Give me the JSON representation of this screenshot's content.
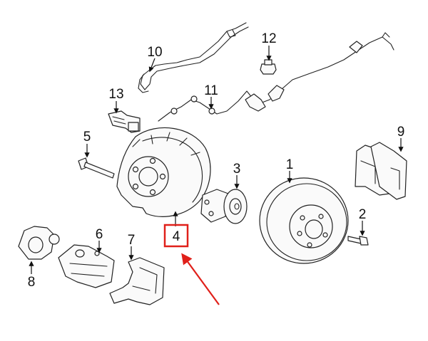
{
  "callouts": [
    {
      "id": "1",
      "label": "1",
      "part": "brake-rotor"
    },
    {
      "id": "2",
      "label": "2",
      "part": "rotor-screw"
    },
    {
      "id": "3",
      "label": "3",
      "part": "hub-bearing"
    },
    {
      "id": "4",
      "label": "4",
      "part": "splash-shield",
      "highlighted": true
    },
    {
      "id": "5",
      "label": "5",
      "part": "shield-bolt"
    },
    {
      "id": "6",
      "label": "6",
      "part": "caliper"
    },
    {
      "id": "7",
      "label": "7",
      "part": "caliper-bracket"
    },
    {
      "id": "8",
      "label": "8",
      "part": "parking-brake-actuator"
    },
    {
      "id": "9",
      "label": "9",
      "part": "brake-pads"
    },
    {
      "id": "10",
      "label": "10",
      "part": "brake-line"
    },
    {
      "id": "11",
      "label": "11",
      "part": "sensor-cable"
    },
    {
      "id": "12",
      "label": "12",
      "part": "clip"
    },
    {
      "id": "13",
      "label": "13",
      "part": "bracket-connector"
    }
  ],
  "highlight": {
    "callout": "4",
    "box_color": "#e0201a",
    "arrow_color": "#e0201a"
  },
  "colors": {
    "line": "#222222",
    "part_fill": "#fafafa",
    "background": "#ffffff"
  }
}
